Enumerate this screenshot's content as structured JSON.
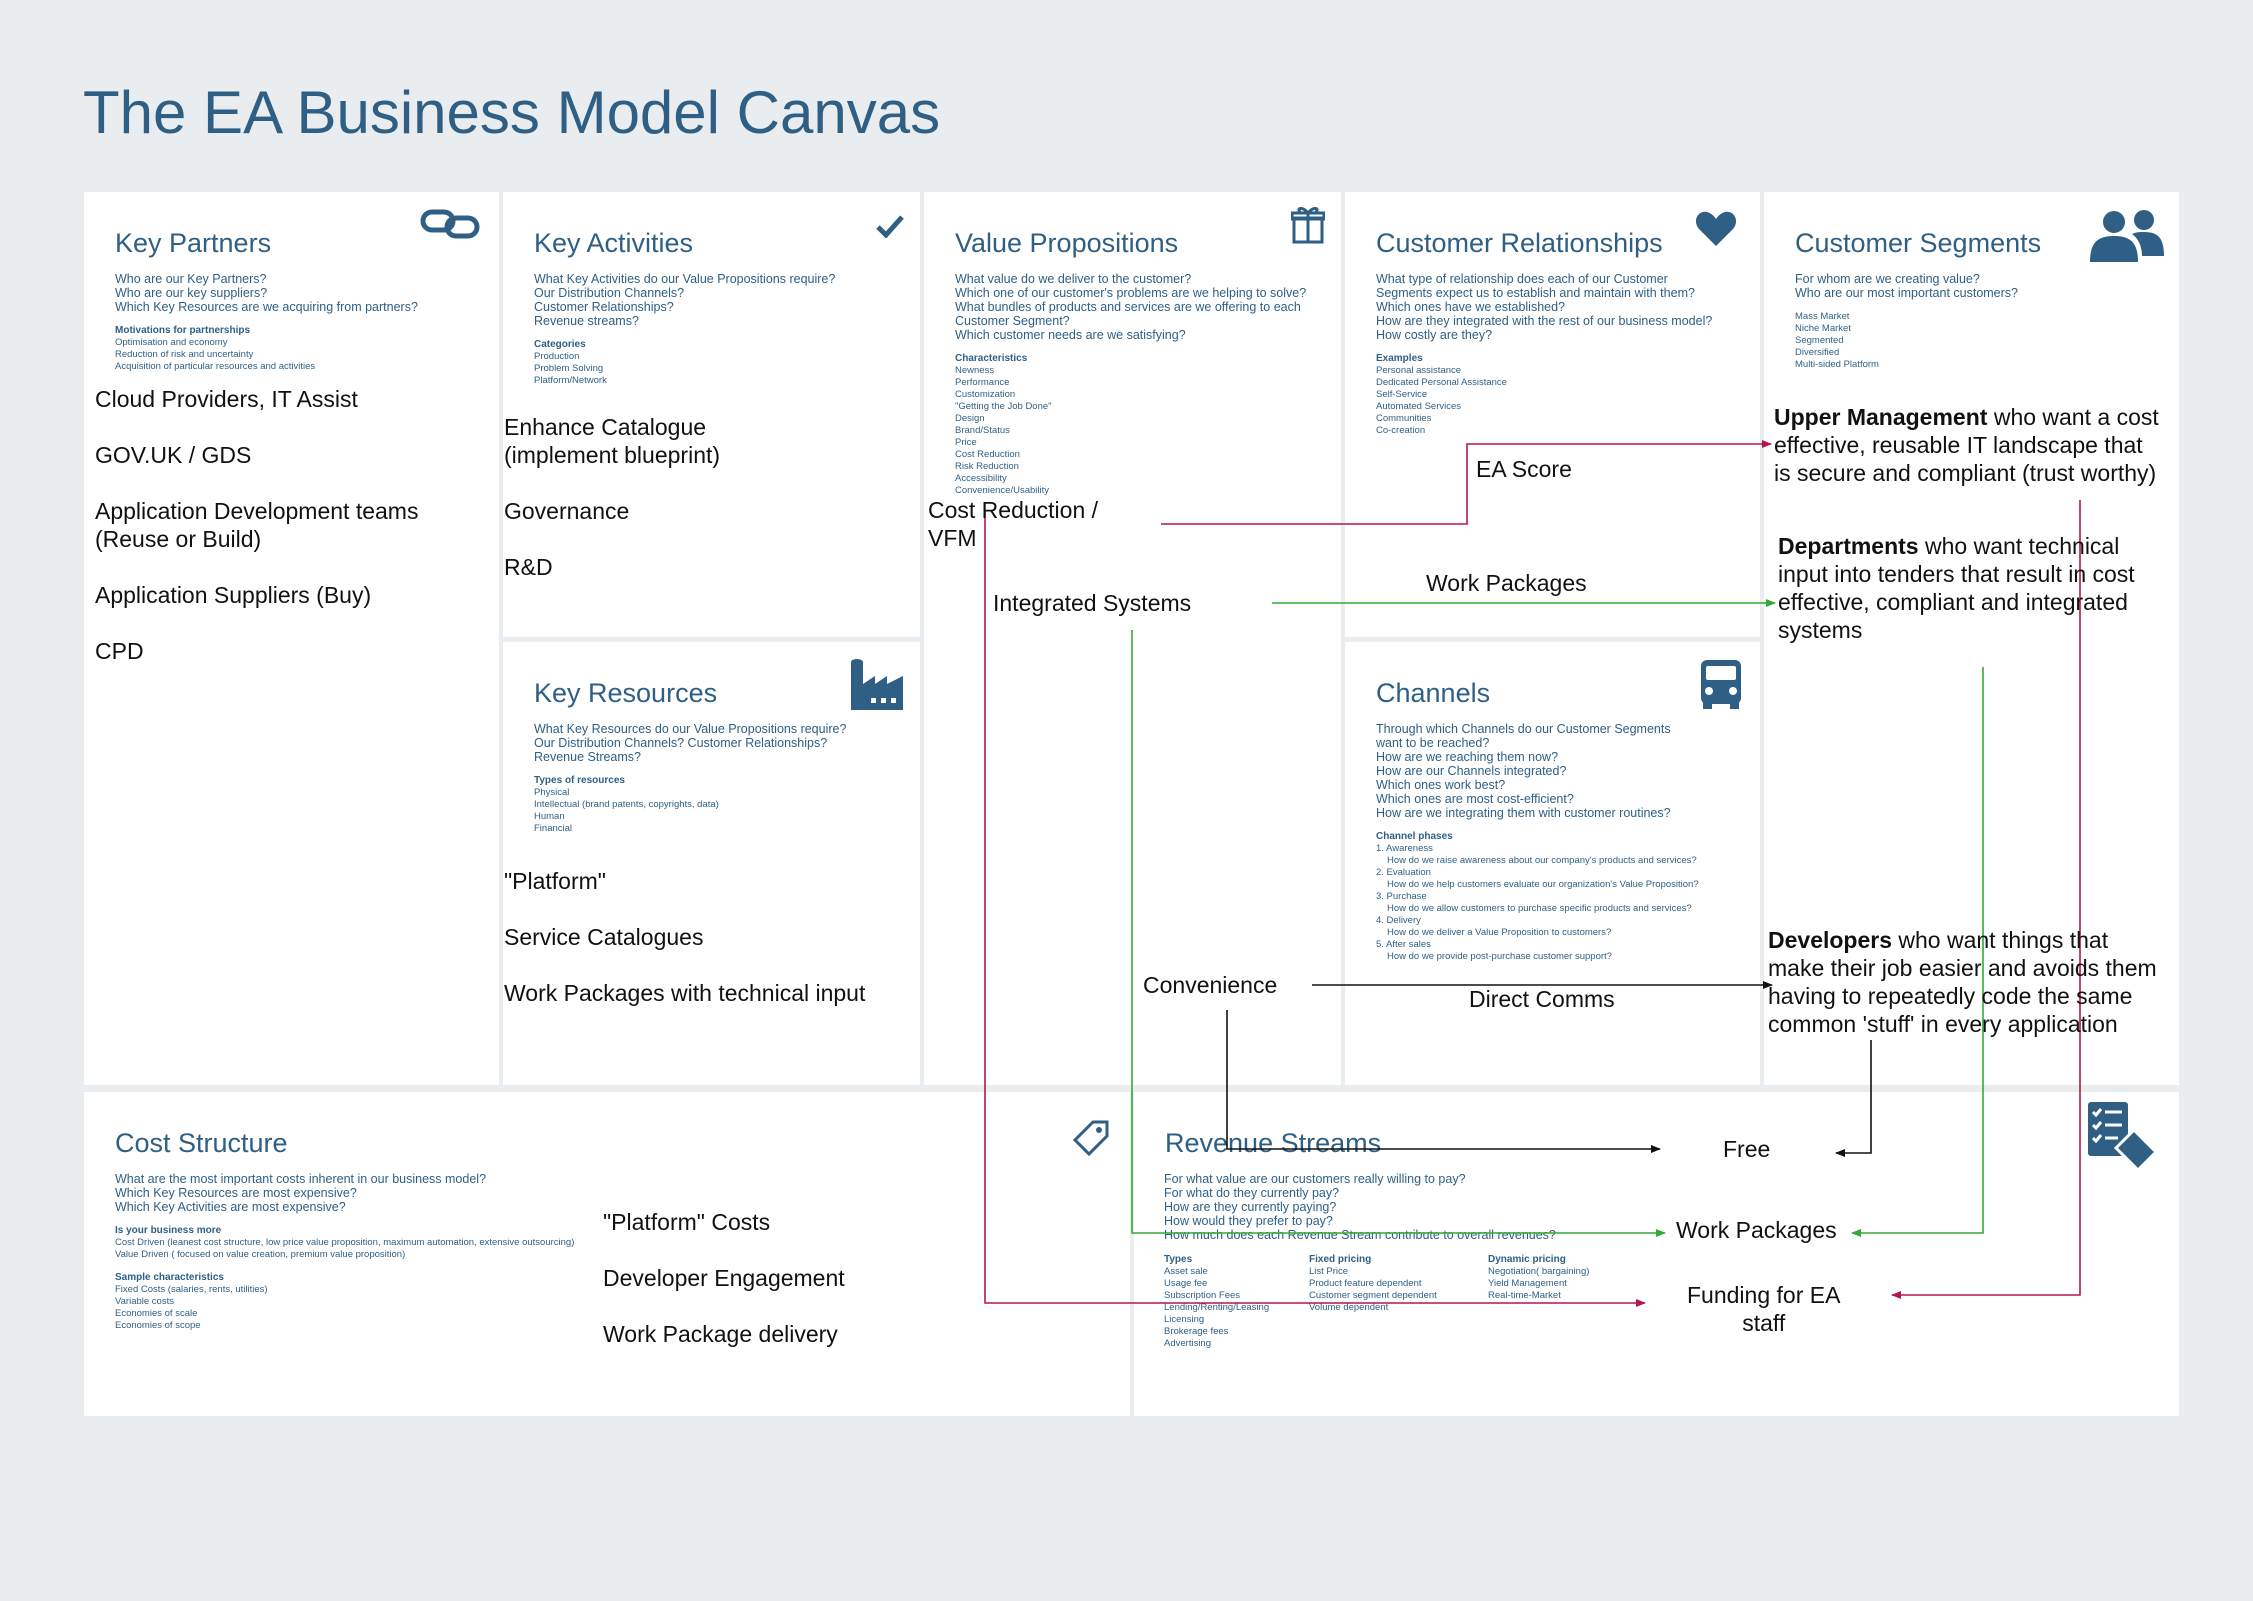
{
  "title": "The EA Business Model Canvas",
  "colors": {
    "heading": "#2f5f84",
    "background": "#e9edef",
    "panel": "#ffffff",
    "line_black": "#111111",
    "line_green": "#33aa33",
    "line_crimson": "#b3164d"
  },
  "panels": {
    "key_partners": {
      "heading": "Key Partners",
      "icon": "link-icon",
      "questions": [
        "Who are our Key Partners?",
        "Who are our key suppliers?",
        "Which Key Resources are we acquiring from partners?"
      ],
      "sections": [
        {
          "title": "Motivations for partnerships",
          "items": [
            "Optimisation and economy",
            "Reduction of risk and uncertainty",
            "Acquisition of particular resources and activities"
          ]
        }
      ]
    },
    "key_activities": {
      "heading": "Key Activities",
      "icon": "check-icon",
      "questions": [
        "What Key Activities do our Value Propositions require?",
        "Our Distribution Channels?",
        "Customer Relationships?",
        "Revenue streams?"
      ],
      "sections": [
        {
          "title": "Categories",
          "items": [
            "Production",
            "Problem Solving",
            "Platform/Network"
          ]
        }
      ]
    },
    "value_propositions": {
      "heading": "Value Propositions",
      "icon": "gift-icon",
      "questions": [
        "What value do we deliver to the customer?",
        "Which one of our customer's problems are we helping to solve?",
        "What bundles of products and services are we offering to each",
        "Customer Segment?",
        "Which customer needs are we satisfying?"
      ],
      "sections": [
        {
          "title": "Characteristics",
          "items": [
            "Newness",
            "Performance",
            "Customization",
            "\"Getting the Job Done\"",
            "Design",
            "Brand/Status",
            "Price",
            "Cost Reduction",
            "Risk Reduction",
            "Accessibility",
            "Convenience/Usability"
          ]
        }
      ]
    },
    "customer_relationships": {
      "heading": "Customer Relationships",
      "icon": "heart-icon",
      "questions": [
        "What type of relationship does each of our Customer",
        "Segments expect us to establish and maintain with them?",
        "Which ones have we established?",
        "How are they integrated with the rest of our business model?",
        "How costly are they?"
      ],
      "sections": [
        {
          "title": "Examples",
          "items": [
            "Personal assistance",
            "Dedicated Personal Assistance",
            "Self-Service",
            "Automated Services",
            "Communities",
            "Co-creation"
          ]
        }
      ]
    },
    "customer_segments": {
      "heading": "Customer Segments",
      "icon": "people-icon",
      "questions": [
        "For whom are we creating value?",
        "Who are our most important customers?"
      ],
      "sections": [
        {
          "title": "",
          "items": [
            "Mass Market",
            "Niche Market",
            "Segmented",
            "Diversified",
            "Multi-sided Platform"
          ]
        }
      ]
    },
    "key_resources": {
      "heading": "Key Resources",
      "icon": "factory-icon",
      "questions": [
        "What Key Resources do our Value Propositions require?",
        "Our Distribution Channels? Customer Relationships?",
        "Revenue Streams?"
      ],
      "sections": [
        {
          "title": "Types of resources",
          "items": [
            "Physical",
            "Intellectual (brand patents, copyrights, data)",
            "Human",
            "Financial"
          ]
        }
      ]
    },
    "channels": {
      "heading": "Channels",
      "icon": "truck-icon",
      "questions": [
        "Through which Channels do our Customer Segments",
        "want to be reached?",
        "How are we reaching them now?",
        "How are our Channels integrated?",
        "Which ones work best?",
        "Which ones are most cost-efficient?",
        "How are we integrating them with customer routines?"
      ],
      "phases_title": "Channel phases",
      "phases": [
        {
          "name": "1. Awareness",
          "detail": "How do we raise awareness about our company's products and services?"
        },
        {
          "name": "2. Evaluation",
          "detail": "How do we help customers evaluate our organization's Value Proposition?"
        },
        {
          "name": "3. Purchase",
          "detail": "How do we allow customers to purchase specific products and services?"
        },
        {
          "name": "4. Delivery",
          "detail": "How do we deliver a Value Proposition to customers?"
        },
        {
          "name": "5. After sales",
          "detail": "How do we provide post-purchase customer support?"
        }
      ]
    },
    "cost_structure": {
      "heading": "Cost Structure",
      "icon": "tag-icon",
      "questions": [
        "What are the most important costs inherent in our business model?",
        "Which Key Resources are most expensive?",
        "Which Key Activities are most expensive?"
      ],
      "sections": [
        {
          "title": "Is your business more",
          "items": [
            "Cost Driven (leanest cost structure, low price value proposition, maximum automation, extensive outsourcing)",
            "Value Driven ( focused on value creation, premium value proposition)"
          ]
        },
        {
          "title": "Sample characteristics",
          "items": [
            "Fixed Costs (salaries, rents, utilities)",
            "Variable costs",
            "Economies of scale",
            "Economies of scope"
          ]
        }
      ]
    },
    "revenue_streams": {
      "heading": "Revenue Streams",
      "icon": "price-list-icon",
      "questions": [
        "For what value are our customers really willing to pay?",
        "For what do they currently pay?",
        "How are they currently paying?",
        "How would they prefer to pay?",
        "How much does each Revenue Stream contribute to overall revenues?"
      ],
      "columns": [
        {
          "title": "Types",
          "items": [
            "Asset sale",
            "Usage fee",
            "Subscription Fees",
            "Lending/Renting/Leasing",
            "Licensing",
            "Brokerage fees",
            "Advertising"
          ]
        },
        {
          "title": "Fixed pricing",
          "items": [
            "List Price",
            "Product feature dependent",
            "Customer segment dependent",
            "Volume dependent"
          ]
        },
        {
          "title": "Dynamic pricing",
          "items": [
            "Negotiation( bargaining)",
            "Yield Management",
            "Real-time-Market"
          ]
        }
      ]
    }
  },
  "notes": {
    "cloud": "Cloud Providers, IT Assist",
    "gov": "GOV.UK / GDS",
    "appdev1": "Application Development teams",
    "appdev2": "(Reuse or Build)",
    "suppliers": "Application Suppliers (Buy)",
    "cpd": "CPD",
    "enhance1": "Enhance Catalogue",
    "enhance2": "(implement blueprint)",
    "governance": "Governance",
    "rnd": "R&D",
    "platform": "\"Platform\"",
    "service_catalogues": "Service Catalogues",
    "wp_tech": "Work Packages with technical input",
    "cost_reduction1": "Cost Reduction /",
    "cost_reduction2": "VFM",
    "integrated": "Integrated Systems",
    "convenience": "Convenience",
    "ea_score": "EA Score",
    "work_packages_cr": "Work Packages",
    "direct_comms": "Direct Comms",
    "upper_mgmt": {
      "bold": "Upper Management",
      "rest1": " who want a cost",
      "line2": "effective, reusable IT landscape that",
      "line3": "is secure and compliant (trust worthy)"
    },
    "departments": {
      "bold": "Departments",
      "rest1": " who want technical",
      "line2": "input into tenders that result in cost",
      "line3": "effective, compliant and integrated",
      "line4": "systems"
    },
    "developers": {
      "bold": "Developers",
      "rest1": " who want things that",
      "line2": "make their job easier and avoids them",
      "line3": "having to repeatedly code the same",
      "line4": "common 'stuff' in every application"
    },
    "platform_costs": "\"Platform\" Costs",
    "dev_engagement": "Developer Engagement",
    "wp_delivery": "Work Package delivery",
    "free": "Free",
    "work_packages_rs": "Work Packages",
    "funding1": "Funding for EA",
    "funding2": "staff"
  }
}
